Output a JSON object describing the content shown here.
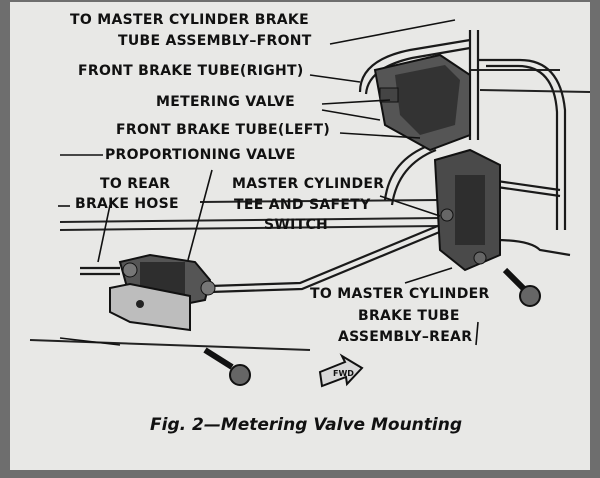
{
  "labels": {
    "master_front_1": "TO MASTER CYLINDER BRAKE",
    "master_front_2": "TUBE ASSEMBLY–FRONT",
    "front_right": "FRONT BRAKE TUBE(RIGHT)",
    "metering_valve": "METERING VALVE",
    "front_left": "FRONT BRAKE TUBE(LEFT)",
    "proportioning_valve": "PROPORTIONING VALVE",
    "rear_hose_1": "TO REAR",
    "rear_hose_2": "BRAKE HOSE",
    "tee_1": "MASTER CYLINDER",
    "tee_2": "TEE AND SAFETY",
    "tee_3": "SWITCH",
    "master_rear_1": "TO MASTER CYLINDER",
    "master_rear_2": "BRAKE TUBE",
    "master_rear_3": "ASSEMBLY–REAR"
  },
  "direction_arrow": "FWD",
  "caption": "Fig. 2—Metering Valve Mounting"
}
